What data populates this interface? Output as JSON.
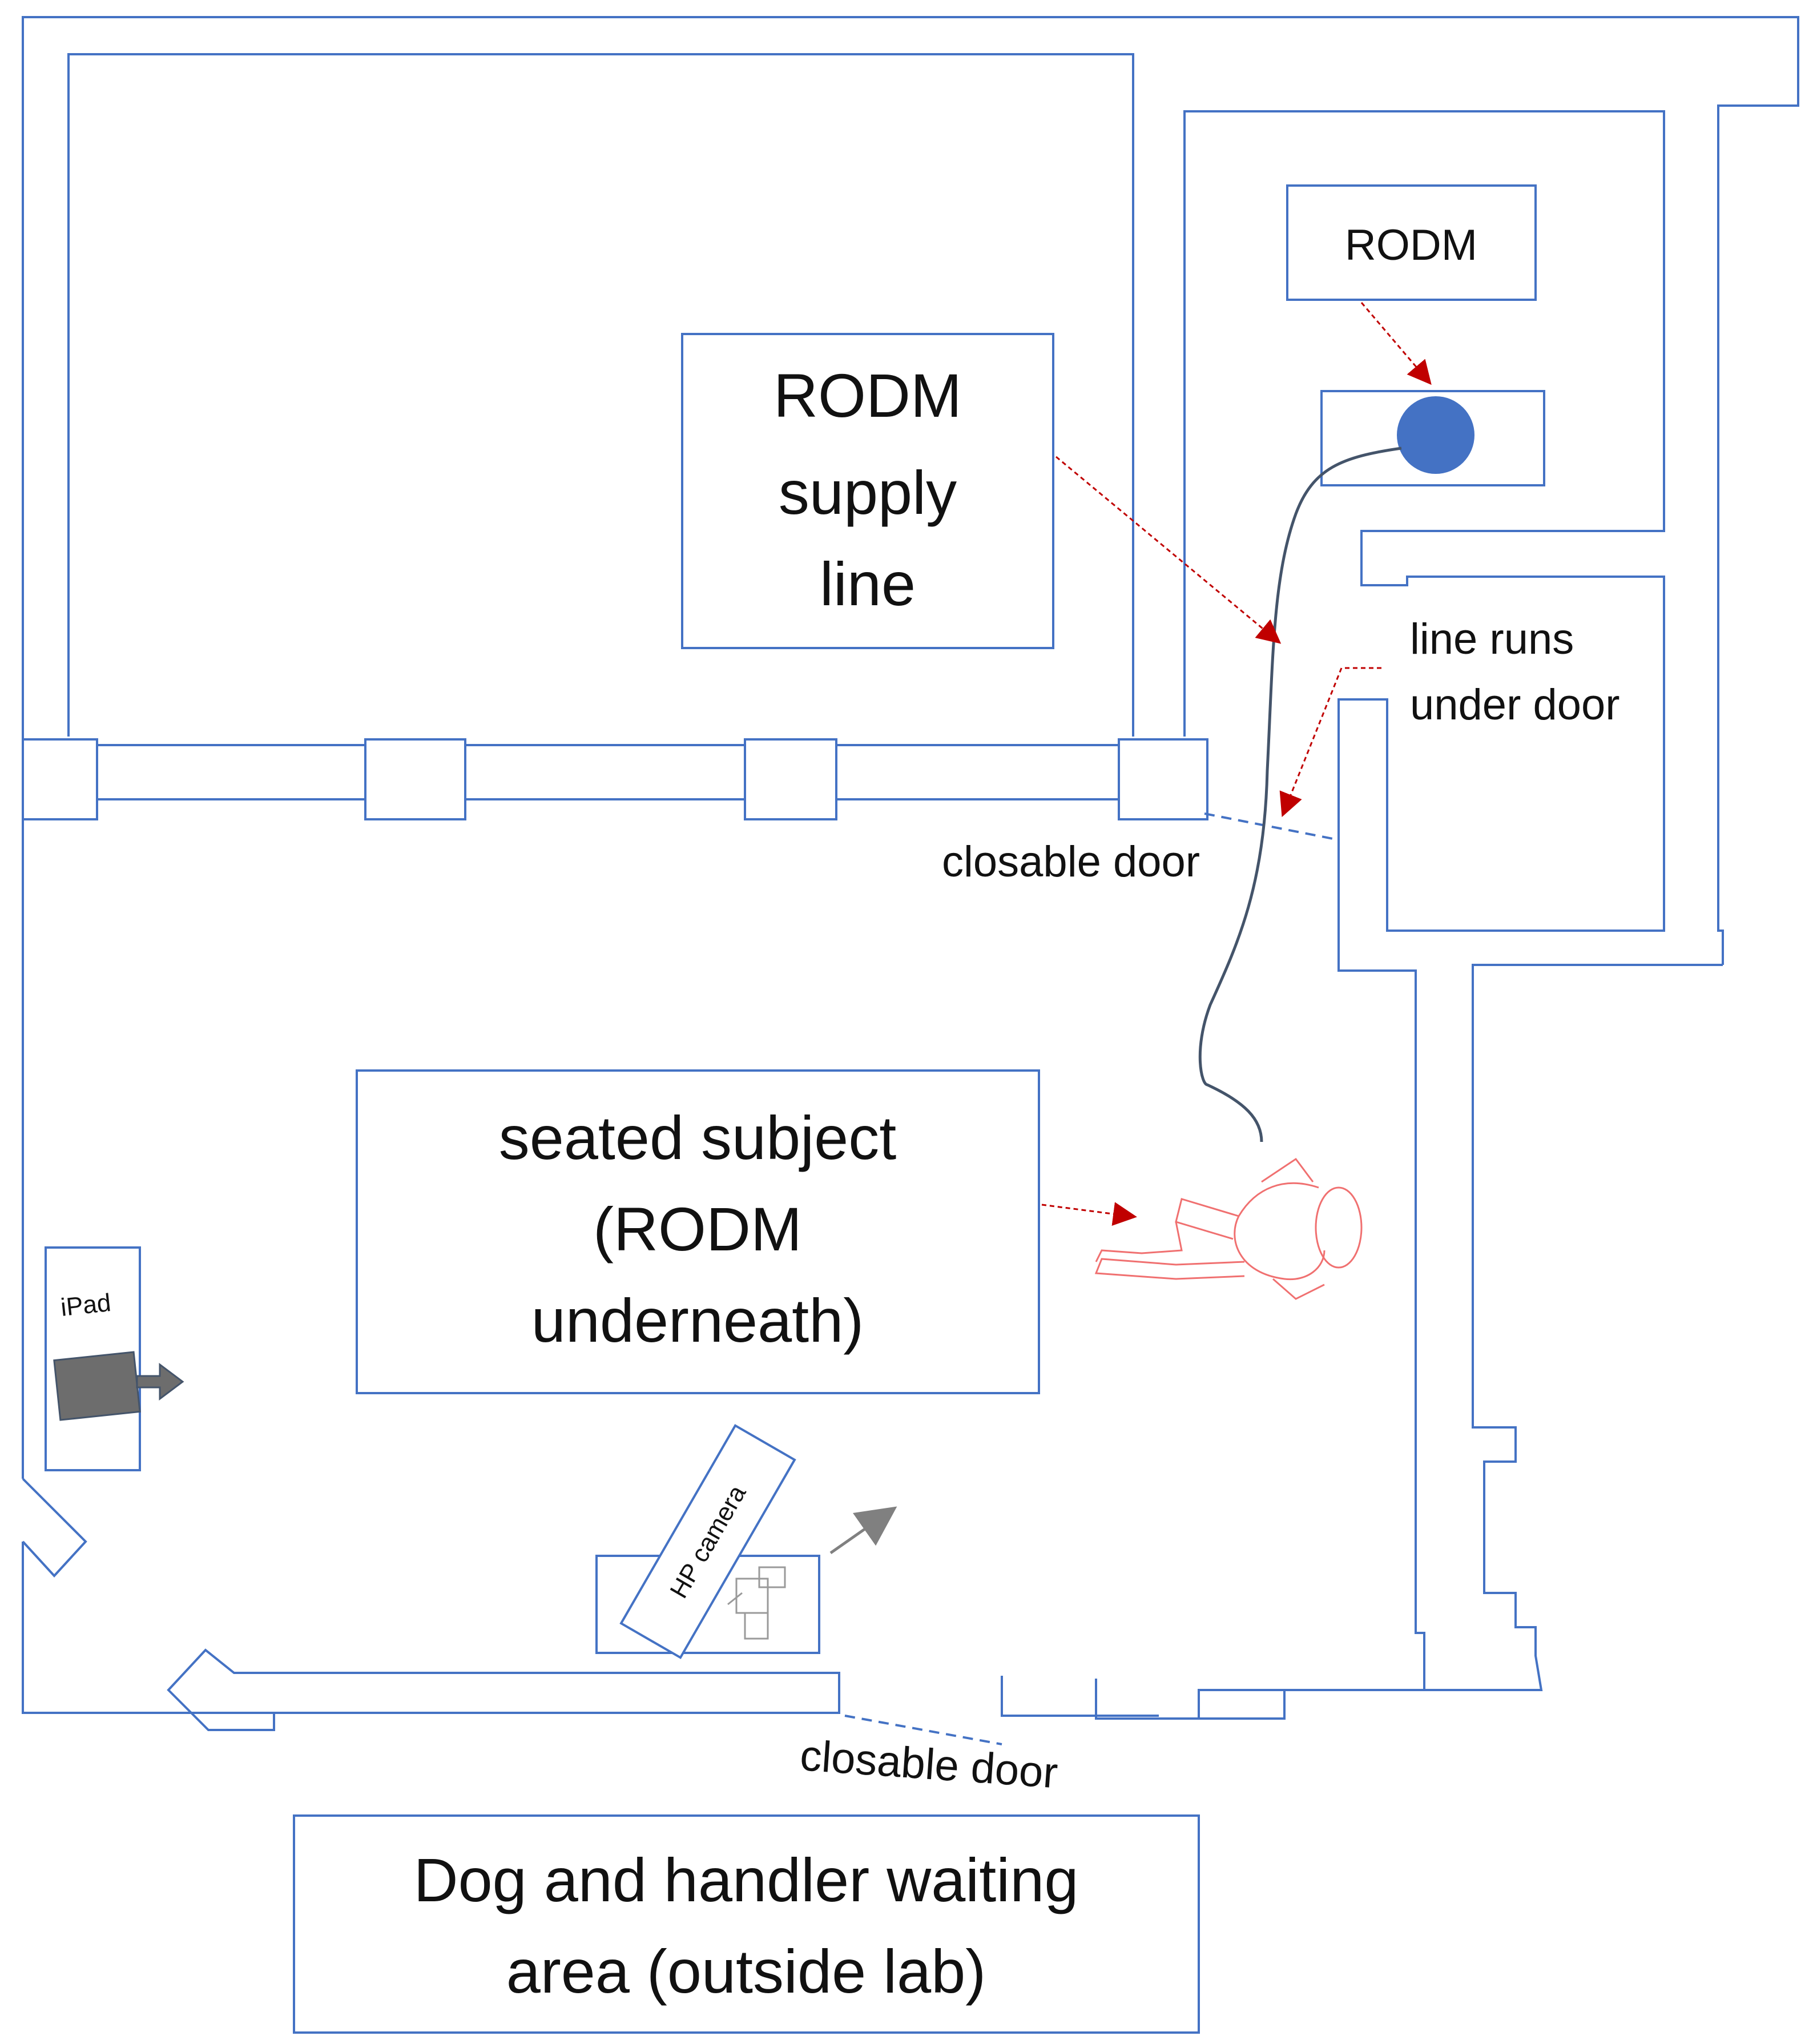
{
  "labels": {
    "rodm_top": "RODM",
    "supply_line_1": "RODM",
    "supply_line_2": "supply",
    "supply_line_3": "line",
    "line_runs_1": "line runs",
    "line_runs_2": "under door",
    "closable_door_top": "closable door",
    "subject_1": "seated subject",
    "subject_2": "(RODM",
    "subject_3": "underneath)",
    "ipad": "iPad",
    "hp_camera": "HP camera",
    "closable_door_bottom": "closable door",
    "waiting_1": "Dog and handler waiting",
    "waiting_2": "area (outside lab)"
  },
  "colors": {
    "wall": "#4472c4",
    "rodm_device": "#4472c4",
    "annotation_arrow": "#c00000",
    "subject_figure": "#f07070",
    "ipad_device": "#6d6d6d",
    "camera_arrow": "#808080",
    "supply_line": "#44546a"
  },
  "icons": {
    "rodm_device": "circle",
    "seated_subject": "person-top-view",
    "ipad": "tablet-with-arrow",
    "hp_camera": "camera-on-tripod"
  }
}
